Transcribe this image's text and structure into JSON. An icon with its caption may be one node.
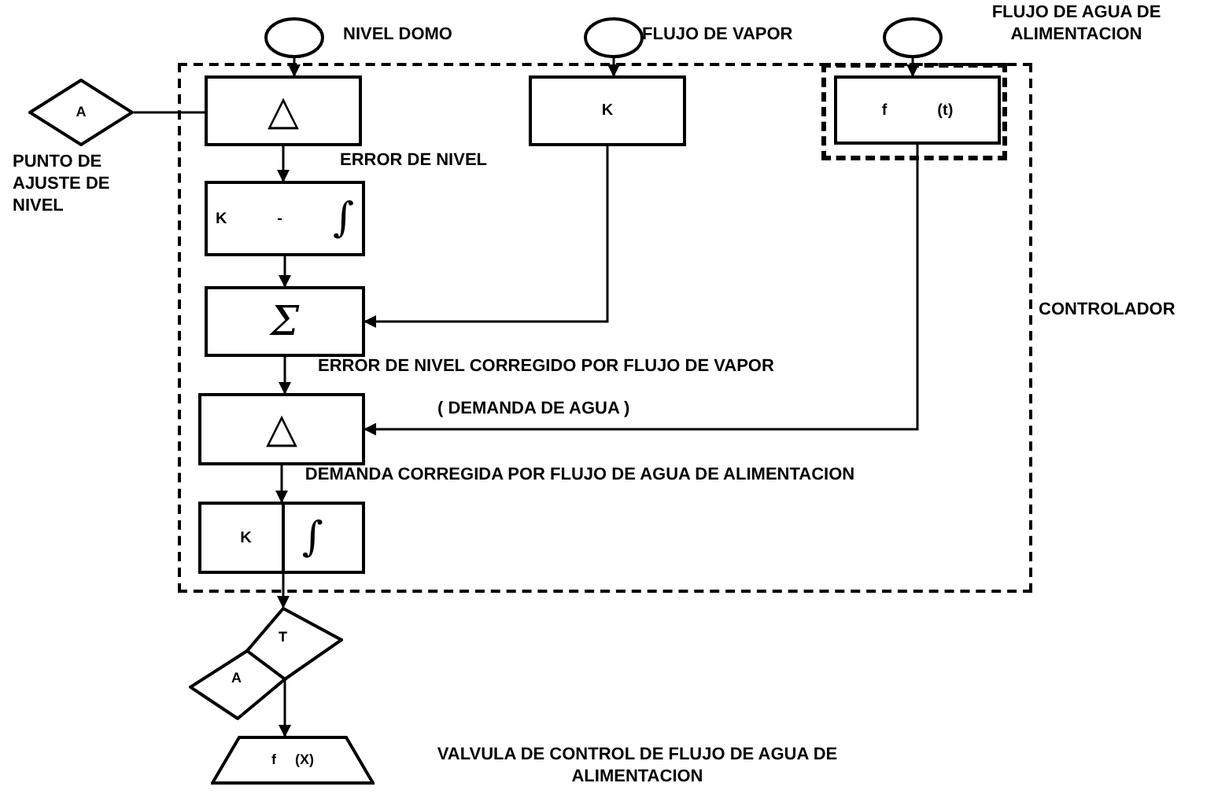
{
  "diagram": {
    "nodes": [
      {
        "text": [
          "CONTROLADOR"
        ]
      },
      {
        "text": [],
        "shape": "circle",
        "beside": [
          "NIVEL DOMO"
        ]
      },
      {
        "text": [],
        "shape": "circle",
        "beside": [
          "FLUJO DE VAPOR"
        ]
      },
      {
        "text": [],
        "shape": "circle",
        "beside": [
          "FLUJO DE AGUA DE ALIMENTACION"
        ]
      },
      {
        "text": [
          "A"
        ],
        "beside": [
          "PUNTO DE AJUSTE DE NIVEL"
        ]
      },
      {
        "text": [
          "△"
        ],
        "in": 0
      },
      {
        "text": [
          "K",
          "-",
          "∫"
        ],
        "in": 0
      },
      {
        "text": [
          "Σ"
        ],
        "in": 0
      },
      {
        "text": [
          "△"
        ],
        "in": 0
      },
      {
        "text": [
          "K",
          "∫"
        ],
        "in": 0
      },
      {
        "text": [
          "K"
        ],
        "in": 0
      },
      {
        "text": [],
        "shape": "box",
        "in": 0
      },
      {
        "text": [
          "f",
          "(t)"
        ],
        "in": 11
      },
      {
        "text": [
          "T",
          "A"
        ]
      },
      {
        "text": [
          "f",
          "(X)"
        ],
        "beside": [
          "VALVULA DE CONTROL DE FLUJO DE AGUA DE ALIMENTACION"
        ]
      }
    ],
    "edges": [
      {
        "from": 1,
        "to": 5,
        "arrow": "to"
      },
      {
        "from": 2,
        "to": 10,
        "arrow": "to"
      },
      {
        "from": 3,
        "to": 12,
        "arrow": "to"
      },
      {
        "from": 4,
        "to": 5,
        "arrow": "none"
      },
      {
        "from": 5,
        "to": 6,
        "arrow": "to",
        "label": "ERROR DE NIVEL"
      },
      {
        "from": 6,
        "to": 7,
        "arrow": "to"
      },
      {
        "from": 10,
        "to": 7,
        "arrow": "to"
      },
      {
        "from": 7,
        "to": 8,
        "arrow": "to",
        "label": "ERROR DE NIVEL CORREGIDO POR FLUJO DE VAPOR"
      },
      {
        "from": 12,
        "to": 8,
        "arrow": "to",
        "label": "( DEMANDA DE AGUA )"
      },
      {
        "from": 8,
        "to": 9,
        "arrow": "to",
        "label": "DEMANDA CORREGIDA POR FLUJO DE AGUA DE ALIMENTACION"
      },
      {
        "from": 9,
        "to": 13,
        "arrow": "to"
      },
      {
        "from": 13,
        "to": 14,
        "arrow": "to"
      }
    ]
  }
}
